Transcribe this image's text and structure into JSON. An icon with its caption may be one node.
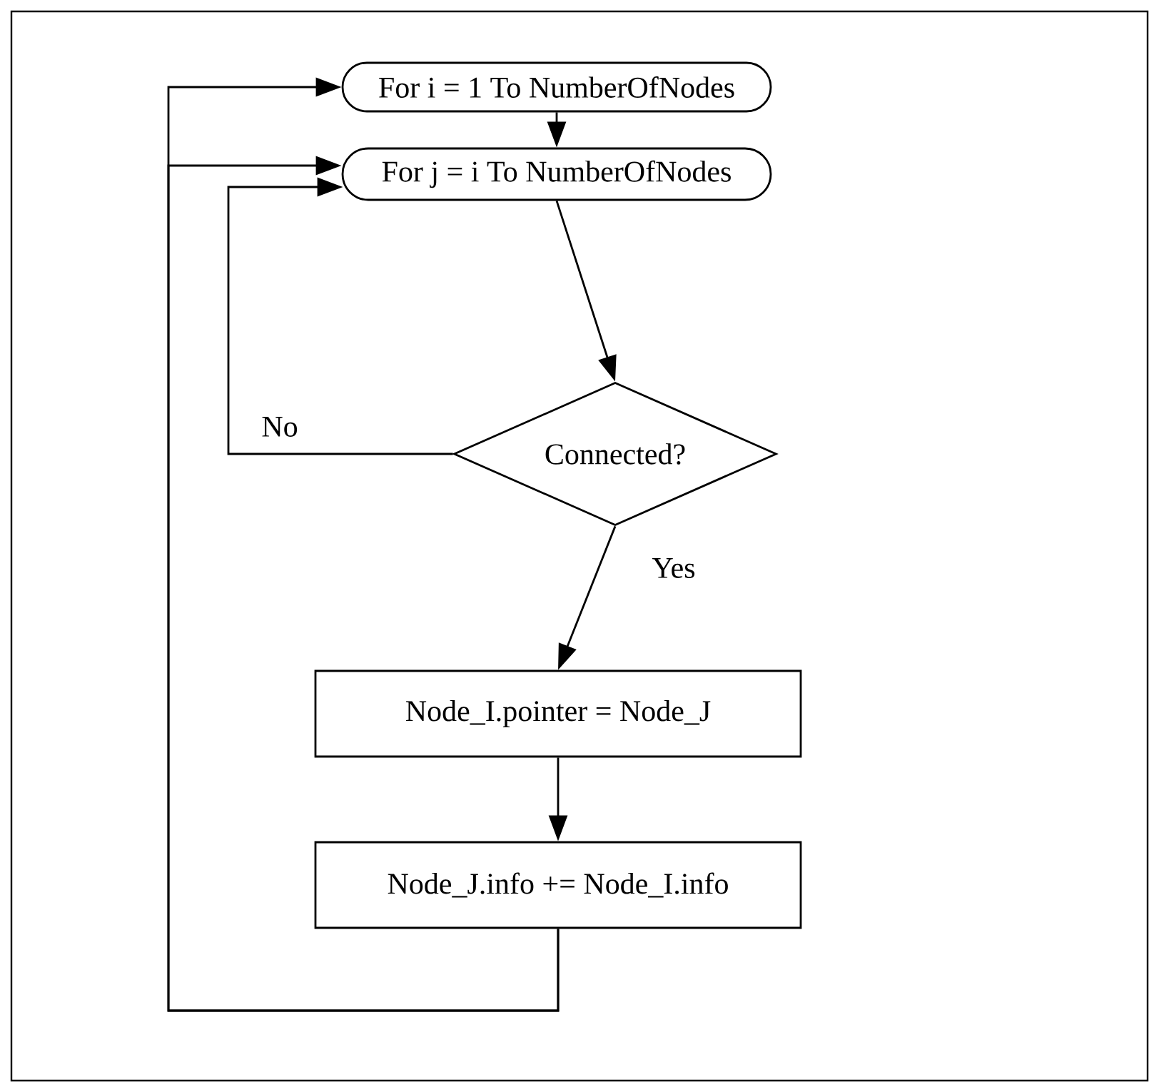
{
  "diagram": {
    "nodes": [
      {
        "text": [
          "For i = 1 To NumberOfNodes"
        ]
      },
      {
        "text": [
          "For j = i To NumberOfNodes"
        ]
      },
      {
        "text": [
          "Connected?"
        ]
      },
      {
        "text": [
          "Node_I.pointer = Node_J"
        ]
      },
      {
        "text": [
          "Node_J.info += Node_I.info"
        ]
      }
    ],
    "edges": [
      {
        "from": 0,
        "to": 1,
        "arrow": "to"
      },
      {
        "from": 1,
        "to": 2,
        "arrow": "to"
      },
      {
        "from": 2,
        "to": 3,
        "arrow": "to",
        "label": "Yes"
      },
      {
        "from": 2,
        "to": 1,
        "arrow": "to",
        "label": "No"
      },
      {
        "from": 3,
        "to": 4,
        "arrow": "to"
      },
      {
        "from": 4,
        "to": 0,
        "arrow": "to"
      },
      {
        "from": 4,
        "to": 1,
        "arrow": "to"
      }
    ]
  }
}
